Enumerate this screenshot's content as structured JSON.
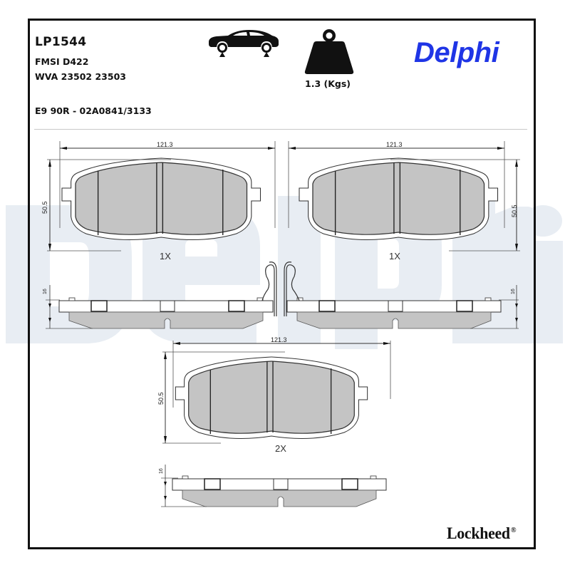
{
  "header": {
    "part_number": "LP1544",
    "fmsi": "FMSI D422",
    "wva": "WVA 23502 23503",
    "ece_approval": "E9 90R - 02A0841/3133",
    "weight": "1.3 (Kgs)",
    "axle_icon": "car-front-axle-icon",
    "weight_icon": "weight-icon"
  },
  "brand": {
    "name": "Delphi",
    "color": "#1f35e6",
    "watermark_color": "#e8edf3",
    "sub_brand": "Lockheed",
    "registered_mark": "®"
  },
  "drawings": {
    "pad_top_left": {
      "width": "121.3",
      "height": "50.5",
      "quantity": "1X",
      "thickness": "16"
    },
    "pad_top_right": {
      "width": "121.3",
      "height": "50.5",
      "quantity": "1X",
      "thickness": "16"
    },
    "pad_bottom": {
      "width": "121.3",
      "height": "50.5",
      "quantity": "2X",
      "thickness": "16"
    }
  },
  "colors": {
    "pad_fill": "#c4c4c4",
    "line": "#333333",
    "frame": "#111111"
  }
}
